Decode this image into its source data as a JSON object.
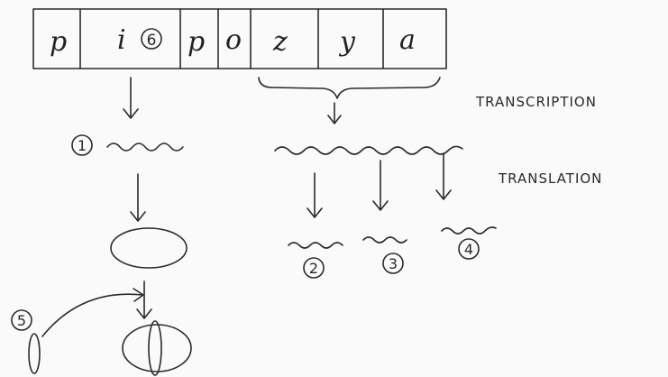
{
  "operon_boxes": [
    {
      "label": "p"
    },
    {
      "label": "i",
      "mark": "6"
    },
    {
      "label": "p"
    },
    {
      "label": "o"
    },
    {
      "label": "z"
    },
    {
      "label": "y"
    },
    {
      "label": "a"
    }
  ],
  "labels": {
    "transcription": "TRANSCRIPTION",
    "translation": "TRANSLATION"
  },
  "markers": {
    "m1": "1",
    "m2": "2",
    "m3": "3",
    "m4": "4",
    "m5": "5"
  }
}
